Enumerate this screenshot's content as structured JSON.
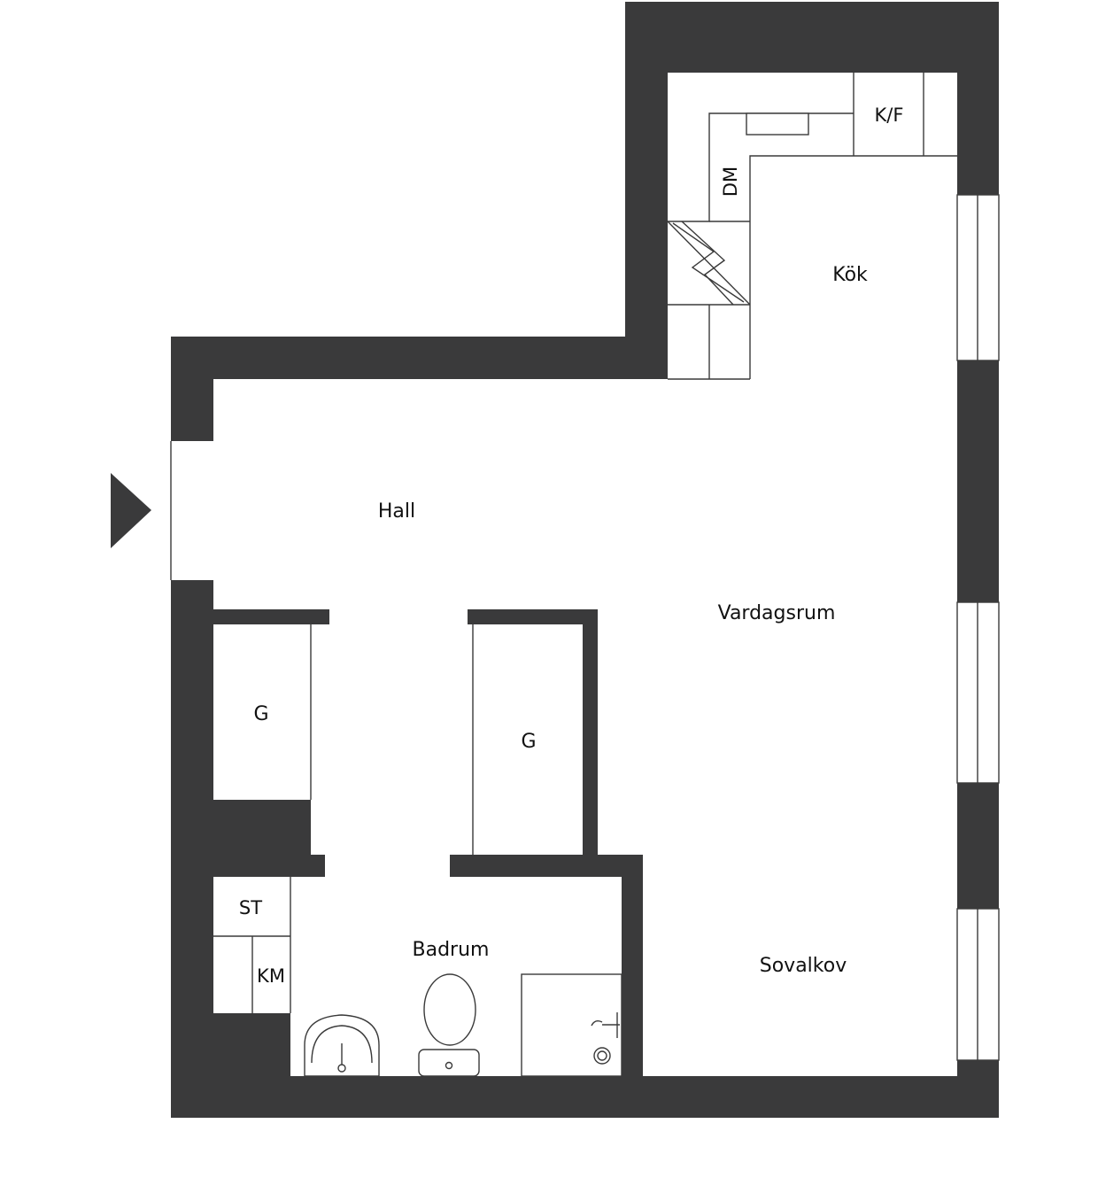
{
  "colors": {
    "wall": "#3a3a3b",
    "floor": "#ffffff",
    "window": "#ffffff",
    "line": "#3a3a3a",
    "text": "#111111"
  },
  "labels": {
    "hall": "Hall",
    "kitchen": "Kök",
    "living_room": "Vardagsrum",
    "bathroom": "Badrum",
    "sleeping_alcove": "Sovalkov",
    "closet_left": "G",
    "closet_right": "G",
    "fridge_freezer": "K/F",
    "dishwasher": "DM",
    "dryer_cabinet": "ST",
    "washing_machine": "KM"
  },
  "icons": {
    "entrance": "entrance-arrow-icon",
    "stove": "stove-icon",
    "chimney": "chimney-flue-icon",
    "sink": "sink-icon",
    "toilet": "toilet-icon",
    "shower": "shower-icon"
  }
}
